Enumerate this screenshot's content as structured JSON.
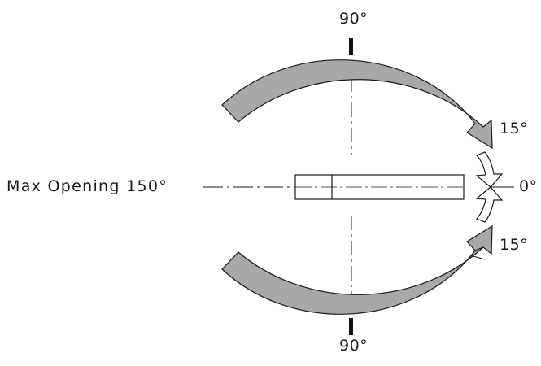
{
  "labels": {
    "top_angle": "90°",
    "bottom_angle": "90°",
    "upper_small_angle": "15°",
    "lower_small_angle": "15°",
    "zero_angle": "0°",
    "max_opening": "Max Opening 150°"
  },
  "colors": {
    "arc_fill": "#a8a8a8",
    "stroke": "#1a1a1a",
    "background": "#ffffff"
  }
}
